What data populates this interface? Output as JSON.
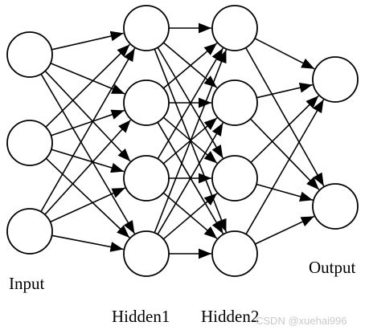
{
  "diagram": {
    "type": "neural-network",
    "layers": [
      {
        "name": "Input",
        "nodes": 3
      },
      {
        "name": "Hidden1",
        "nodes": 4
      },
      {
        "name": "Hidden2",
        "nodes": 4
      },
      {
        "name": "Output",
        "nodes": 2
      }
    ],
    "connections": "fully-connected",
    "labels": {
      "input": "Input",
      "hidden1": "Hidden1",
      "hidden2": "Hidden2",
      "output": "Output"
    }
  },
  "watermark": "CSDN @xuehai996",
  "colors": {
    "stroke": "#000000",
    "node_fill": "#ffffff",
    "background": "#ffffff"
  }
}
